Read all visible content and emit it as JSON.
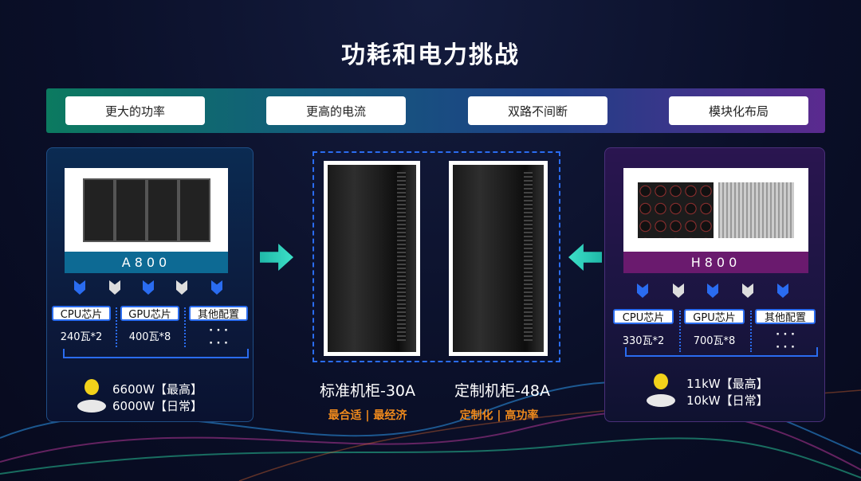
{
  "title": "功耗和电力挑战",
  "banner": [
    "更大的功率",
    "更高的电流",
    "双路不间断",
    "模块化布局"
  ],
  "left": {
    "model": "A800",
    "chips": [
      {
        "label": "CPU芯片",
        "value": "240瓦*2"
      },
      {
        "label": "GPU芯片",
        "value": "400瓦*8"
      },
      {
        "label": "其他配置",
        "value": "· · ·\n· · ·"
      }
    ],
    "power_max": "6600W【最高】",
    "power_daily": "6000W【日常】",
    "accent": "#0d6a94"
  },
  "right": {
    "model": "H800",
    "chips": [
      {
        "label": "CPU芯片",
        "value": "330瓦*2"
      },
      {
        "label": "GPU芯片",
        "value": "700瓦*8"
      },
      {
        "label": "其他配置",
        "value": "· · ·\n· · ·"
      }
    ],
    "power_max": "11kW【最高】",
    "power_daily": "10kW【日常】",
    "accent": "#6a1a6e"
  },
  "center": {
    "cabinets": [
      {
        "label": "标准机柜-30A",
        "sub": "最合适 | 最经济"
      },
      {
        "label": "定制机柜-48A",
        "sub": "定制化 | 高功率"
      }
    ]
  }
}
